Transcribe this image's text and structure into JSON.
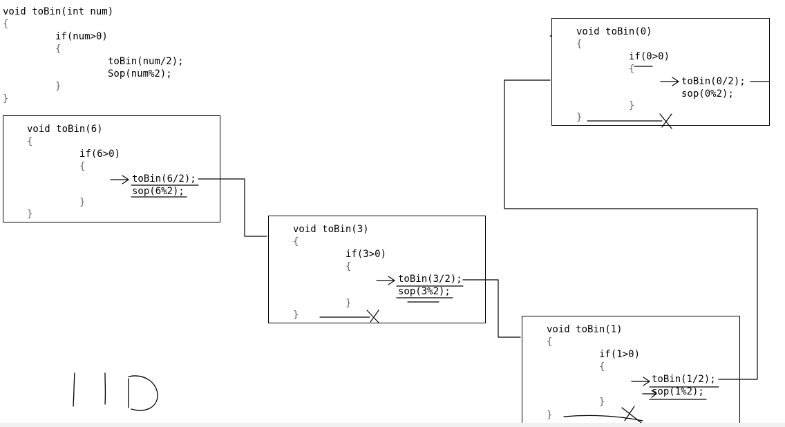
{
  "source_code": {
    "signature": "void toBin(int num)",
    "open": "{",
    "if_line": "if(num>0)",
    "inner_open": "{",
    "call": "toBin(num/2);",
    "print": "Sop(num%2);",
    "inner_close": "}",
    "close": "}"
  },
  "frames": [
    {
      "signature": "void toBin(6)",
      "open": "{",
      "if_line": "if(6>0)",
      "inner_open": "{",
      "call": "toBin(6/2);",
      "print": "sop(6%2);",
      "inner_close": "}",
      "close": "}"
    },
    {
      "signature": "void toBin(3)",
      "open": "{",
      "if_line": "if(3>0)",
      "inner_open": "{",
      "call": "toBin(3/2);",
      "print": "sop(3%2);",
      "inner_close": "}",
      "close": "}"
    },
    {
      "signature": "void toBin(1)",
      "open": "{",
      "if_line": "if(1>0)",
      "inner_open": "{",
      "call": "toBin(1/2);",
      "print": "sop(1%2);",
      "inner_close": "}",
      "close": "}"
    },
    {
      "signature": "void toBin(0)",
      "open": "{",
      "if_line": "if(0>0)",
      "inner_open": "{",
      "call": "toBin(0/2);",
      "print": "sop(0%2);",
      "inner_close": "}",
      "close": "}"
    }
  ],
  "handwritten_result": "110",
  "colors": {
    "ink": "#000000",
    "brace": "#666666",
    "frame_border": "#000000"
  }
}
